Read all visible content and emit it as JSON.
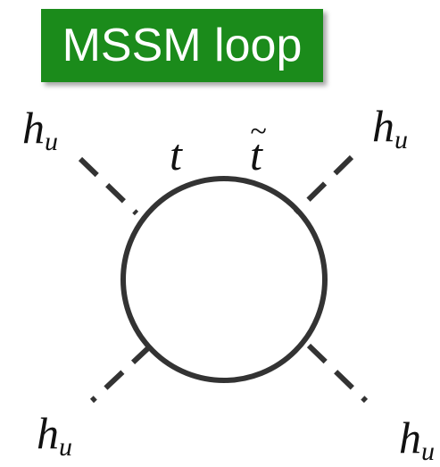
{
  "title": "MSSM loop",
  "colors": {
    "title_bg": "#1b8b1b",
    "title_text": "#ffffff",
    "line": "#333333",
    "text": "#111111"
  },
  "external_legs": {
    "symbol": "h",
    "subscript": "u"
  },
  "loop_labels": {
    "quark": "t",
    "squark": "t",
    "squark_accent": "~"
  }
}
